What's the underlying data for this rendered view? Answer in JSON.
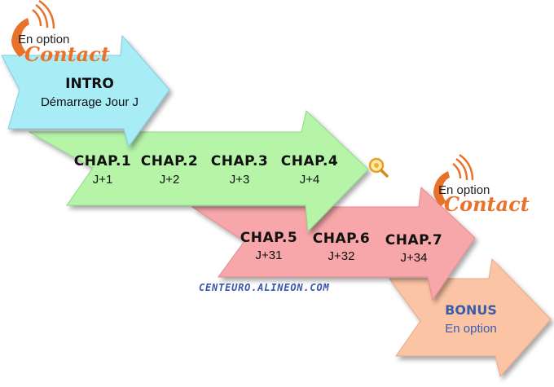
{
  "intro": {
    "title": "INTRO",
    "subtitle": "Démarrage Jour J"
  },
  "chapters": [
    {
      "title": "CHAP.1",
      "day": "J+1"
    },
    {
      "title": "CHAP.2",
      "day": "J+2"
    },
    {
      "title": "CHAP.3",
      "day": "J+3"
    },
    {
      "title": "CHAP.4",
      "day": "J+4"
    },
    {
      "title": "CHAP.5",
      "day": "J+31"
    },
    {
      "title": "CHAP.6",
      "day": "J+32"
    },
    {
      "title": "CHAP.7",
      "day": "J+34"
    }
  ],
  "bonus": {
    "title": "BONUS",
    "subtitle": "En option"
  },
  "website": "CENTEURO.ALINEON.COM",
  "badges": [
    {
      "top": "En option",
      "bottom": "Contact"
    },
    {
      "top": "En option",
      "bottom": "Contact"
    }
  ],
  "icons": [
    "phone-icon",
    "magnifier-icon"
  ],
  "colors": {
    "intro": "#a8ecf6",
    "row1": "#b6f4a8",
    "row2": "#f7a7a9",
    "bonus": "#fbc4a4",
    "accent": "#e8722a",
    "link": "#3a55b0"
  }
}
